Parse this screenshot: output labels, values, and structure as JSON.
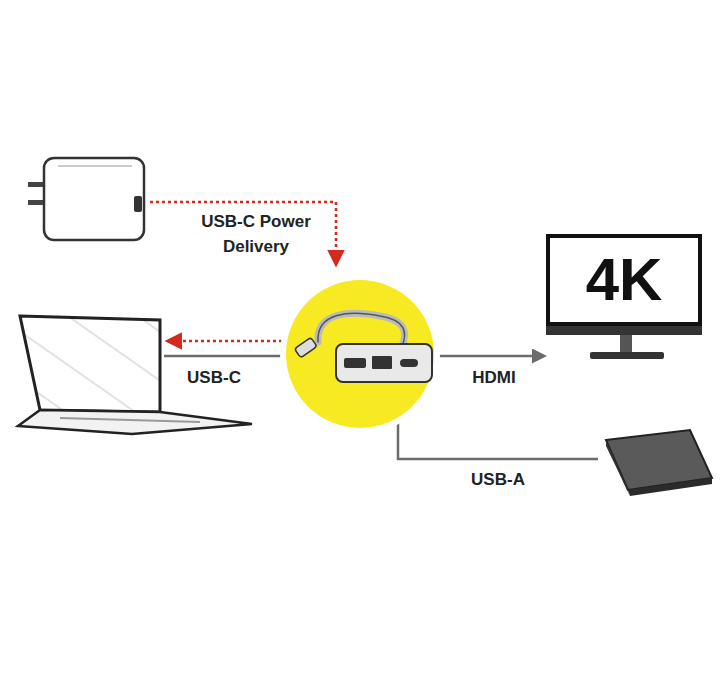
{
  "diagram": {
    "nodes": [
      {
        "text": [
          "4K"
        ]
      }
    ],
    "labels": [
      "USB-C Power Delivery",
      "USB-C",
      "HDMI",
      "USB-A"
    ]
  }
}
